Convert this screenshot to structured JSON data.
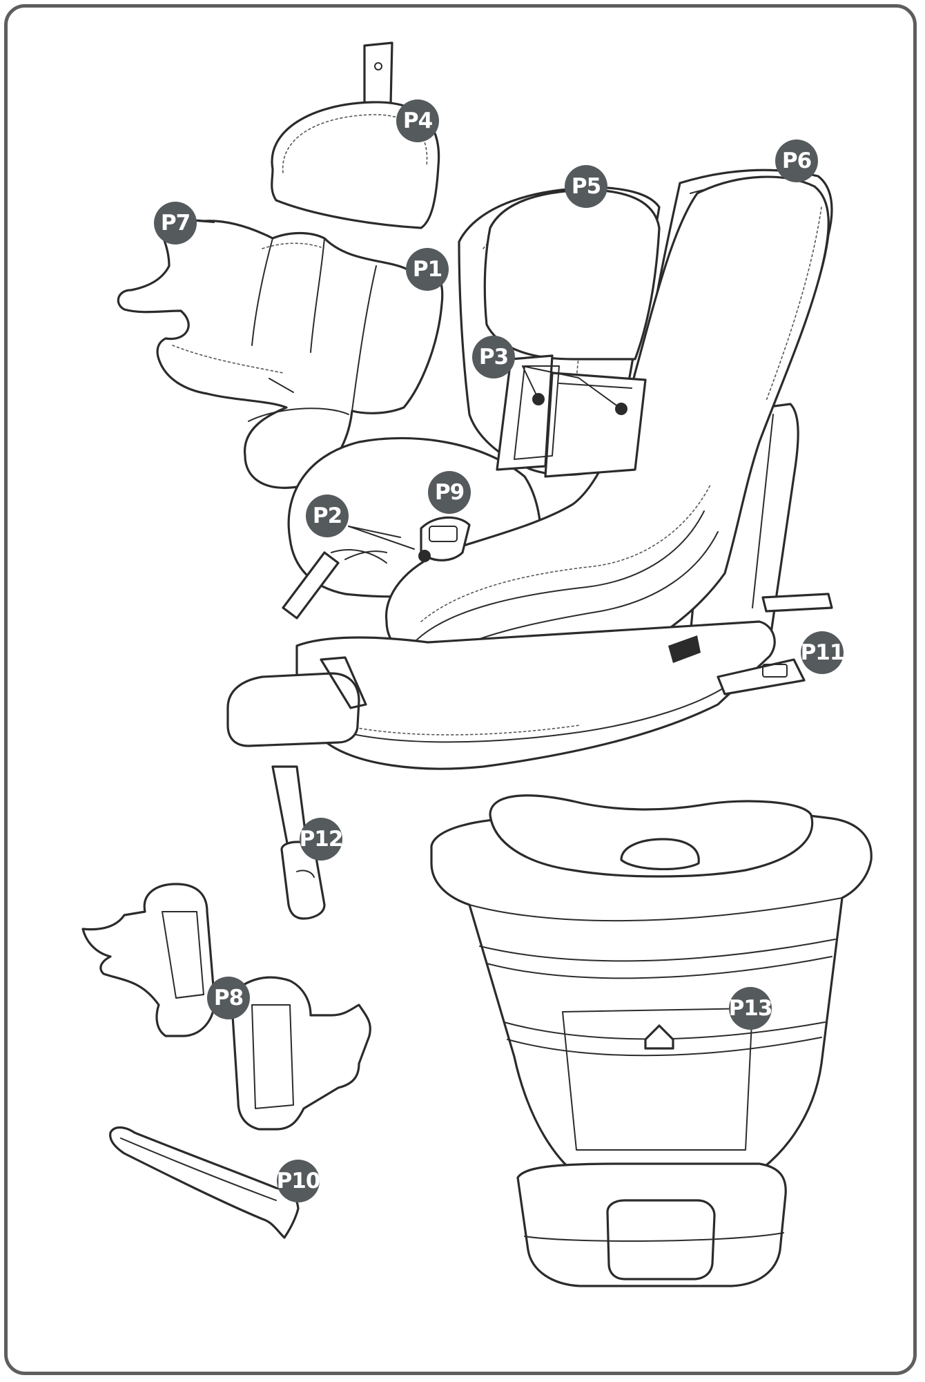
{
  "parts": {
    "p1": "P1",
    "p2": "P2",
    "p3": "P3",
    "p4": "P4",
    "p5": "P5",
    "p6": "P6",
    "p7": "P7",
    "p8": "P8",
    "p9": "P9",
    "p10": "P10",
    "p11": "P11",
    "p12": "P12",
    "p13": "P13"
  },
  "colors": {
    "badge": "#555a5c",
    "frame": "#5e5e5e",
    "line": "#2b2b2b"
  },
  "icons": [
    "leader-line",
    "exploded-parts-drawing"
  ]
}
